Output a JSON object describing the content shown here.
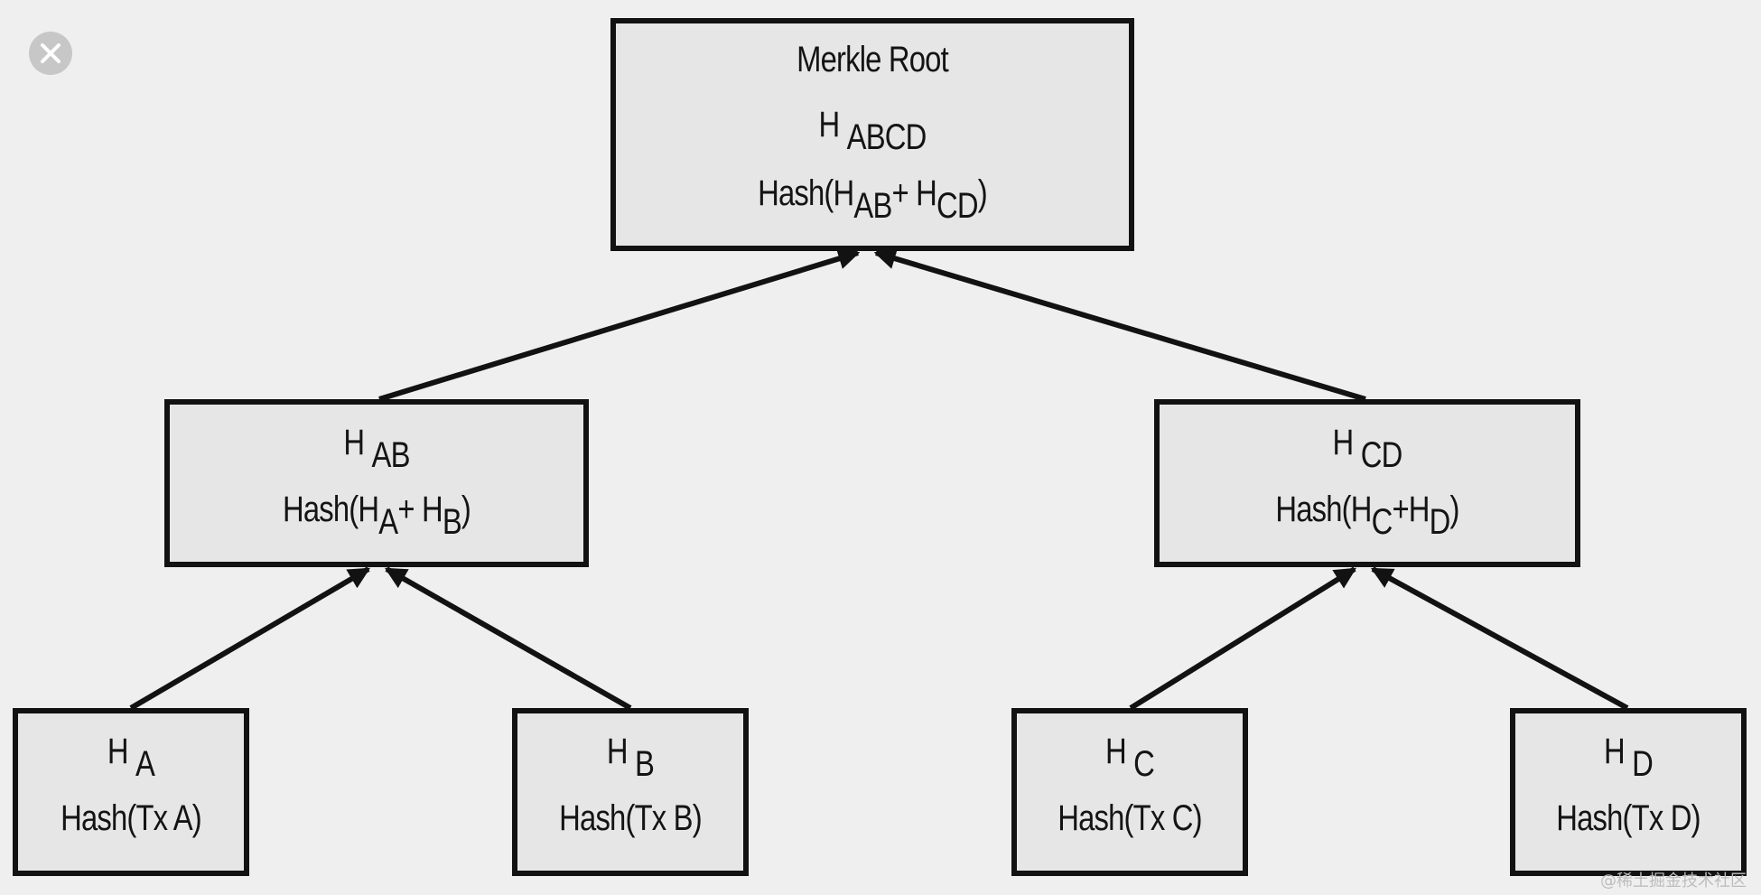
{
  "diagram": {
    "root": {
      "title": "Merkle Root",
      "hash_base": "H",
      "hash_sub": "ABCD",
      "formula": {
        "prefix": "Hash(H",
        "sub1": "AB",
        "mid": "+ H",
        "sub2": "CD",
        "suffix": ")"
      }
    },
    "level1": [
      {
        "hash_base": "H",
        "hash_sub": "AB",
        "formula": {
          "prefix": "Hash(H",
          "sub1": "A",
          "mid": "+ H",
          "sub2": "B",
          "suffix": ")"
        }
      },
      {
        "hash_base": "H",
        "hash_sub": "CD",
        "formula": {
          "prefix": "Hash(H",
          "sub1": "C",
          "mid": "+H",
          "sub2": "D",
          "suffix": ")"
        }
      }
    ],
    "leaves": [
      {
        "hash_base": "H",
        "hash_sub": "A",
        "formula": "Hash(Tx A)"
      },
      {
        "hash_base": "H",
        "hash_sub": "B",
        "formula": "Hash(Tx B)"
      },
      {
        "hash_base": "H",
        "hash_sub": "C",
        "formula": "Hash(Tx C)"
      },
      {
        "hash_base": "H",
        "hash_sub": "D",
        "formula": "Hash(Tx D)"
      }
    ]
  },
  "close_icon": "close-icon",
  "watermark": "@稀土掘金技术社区",
  "colors": {
    "background": "#efefef",
    "node_fill": "#e6e6e6",
    "stroke": "#121212",
    "close_button": "#c7c7c7"
  }
}
